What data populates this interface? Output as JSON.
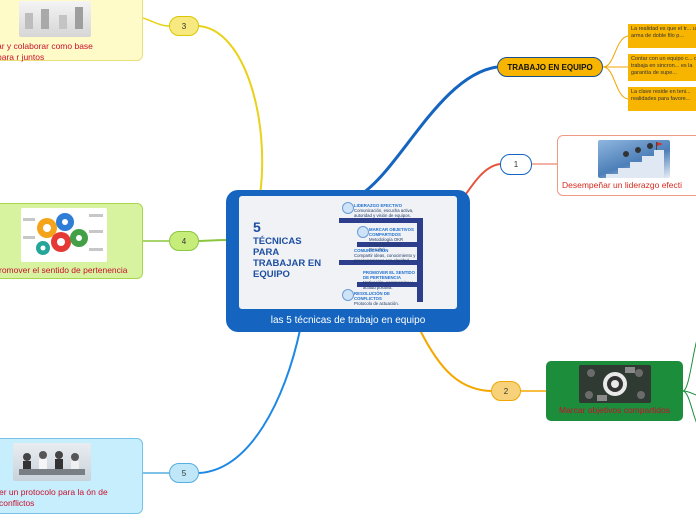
{
  "central": {
    "label": "las 5 técnicas de trabajo en equipo",
    "infographic": {
      "number": "5",
      "title": "TÉCNICAS PARA TRABAJAR EN EQUIPO",
      "items": [
        {
          "heading": "LIDERAZGO EFECTIVO",
          "text": "Comunicación, escucha activa, autoridad y visión de equipos."
        },
        {
          "heading": "MARCAR OBJETIVOS COMPARTIDOS",
          "text": "Metodología OKR (Objectives, Key, Results)"
        },
        {
          "heading": "COMUNICACIÓN",
          "text": "Compartir ideas, conocimiento y preocupaciones con claridad."
        },
        {
          "heading": "PROMOVER EL SENTIDO DE PERTENENCIA",
          "text": "Motivación, compromiso y actitud positiva."
        },
        {
          "heading": "RESOLUCIÓN DE CONFLICTOS",
          "text": "Protocolo de actuación."
        }
      ]
    }
  },
  "trabajo": {
    "label": "TRABAJO EN EQUIPO",
    "notes": [
      "La realidad es que el tr... un arma de doble filo p...",
      "Contar con un equipo c... que trabaja en sincron... es la garantía de supe...",
      "La clave reside en teni... realidades para favore..."
    ]
  },
  "numbers": {
    "n1": "1",
    "n2": "2",
    "n3": "3",
    "n4": "4",
    "n5": "5"
  },
  "topics": {
    "t1": "Desempeñar un liderazgo efecti",
    "t2": "Marcar objetivos compartidos",
    "t3": "ar y colaborar como base para r juntos",
    "t4": "romover el sentido de pertenencia",
    "t5": "er un protocolo para la ón de conflictos"
  },
  "colors": {
    "central": "#1565c0",
    "trabajo": "#f7b500",
    "branch_red": "#e6533c",
    "branch_orange": "#f4a700",
    "branch_yellow": "#e9d21a",
    "branch_green": "#8cc63f",
    "branch_blue": "#1e88e5",
    "topic_text": "#c8102e"
  }
}
